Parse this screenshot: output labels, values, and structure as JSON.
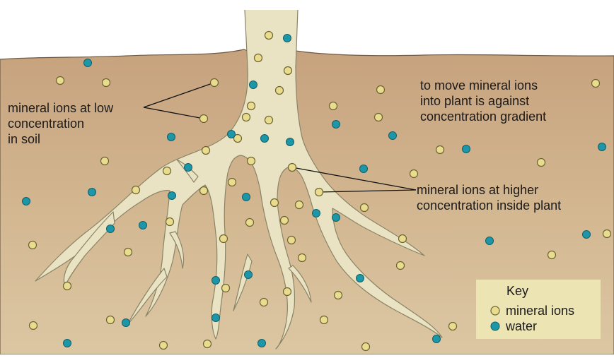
{
  "labels": {
    "low_concentration": [
      "mineral ions at low",
      "concentration",
      "in soil"
    ],
    "against_gradient": [
      "to move mineral ions",
      "into plant is against",
      "concentration gradient"
    ],
    "higher_concentration": [
      "mineral ions at higher",
      "concentration inside plant"
    ]
  },
  "key": {
    "title": "Key",
    "items": [
      {
        "label": "mineral ions",
        "kind": "mineral"
      },
      {
        "label": "water",
        "kind": "water"
      }
    ]
  },
  "colors": {
    "soil_top": "#c9a886",
    "soil_bottom": "#d9c4a0",
    "root_fill": "#e9e3c3",
    "mineral_fill": "#eadc8e",
    "water_fill": "#1d97a8",
    "key_box": "#ede4b4"
  }
}
